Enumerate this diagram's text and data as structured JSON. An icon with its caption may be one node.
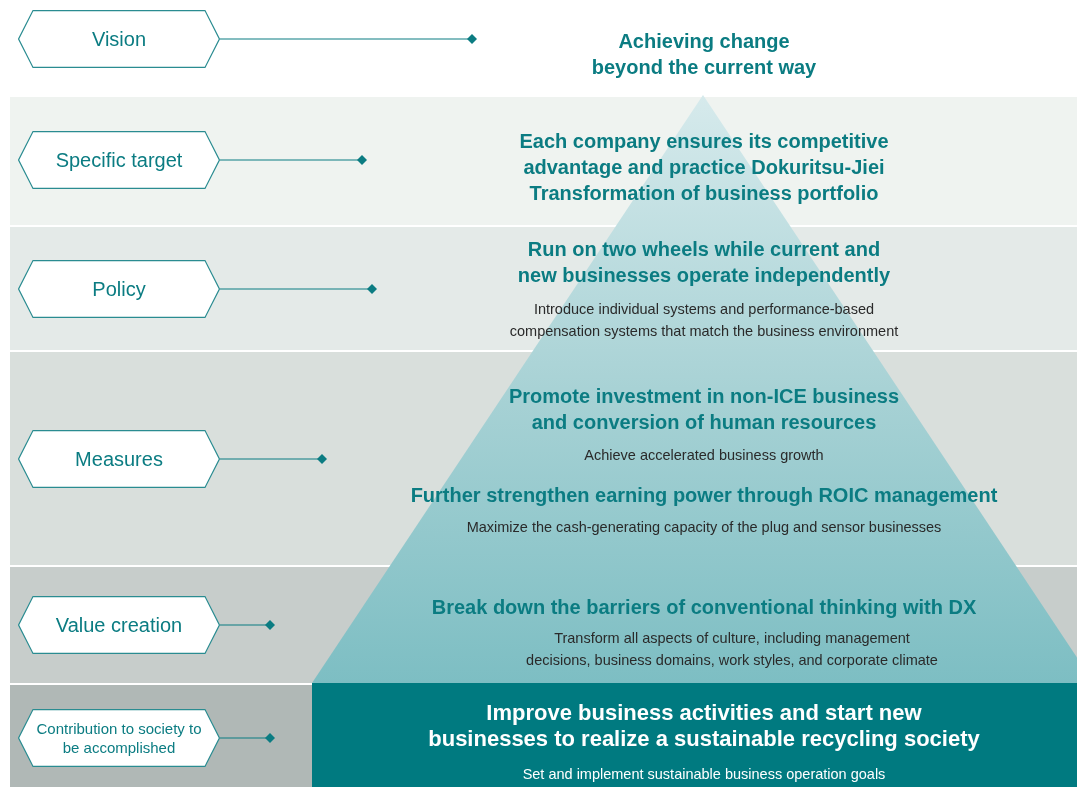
{
  "diagram": {
    "nodes": [
      {
        "text": [
          "Vision"
        ]
      },
      {
        "text": [
          "Specific target"
        ]
      },
      {
        "text": [
          "Policy"
        ]
      },
      {
        "text": [
          "Measures"
        ]
      },
      {
        "text": [
          "Value creation"
        ]
      },
      {
        "text": [
          "Contribution to society to be accomplished"
        ]
      }
    ],
    "edges": [
      {
        "from": 0,
        "to": null,
        "arrow": "other"
      },
      {
        "from": 1,
        "to": null,
        "arrow": "other"
      },
      {
        "from": 2,
        "to": null,
        "arrow": "other"
      },
      {
        "from": 3,
        "to": null,
        "arrow": "other"
      },
      {
        "from": 4,
        "to": null,
        "arrow": "other"
      },
      {
        "from": 5,
        "to": null,
        "arrow": "other"
      }
    ],
    "labels": [
      "Achieving change beyond the current way",
      "Each company ensures its competitive advantage and practice Dokuritsu-Jiei",
      "Transformation of business portfolio",
      "Run on two wheels while current and new businesses operate independently",
      "Introduce individual systems and performance-based compensation systems that match the business environment",
      "Promote investment in non-ICE business and conversion of human resources",
      "Achieve accelerated business growth",
      "Further strengthen earning power through ROIC management",
      "Maximize the cash-generating capacity of the plug and sensor businesses",
      "Break down the barriers of conventional thinking with DX",
      "Transform all aspects of culture, including management decisions, business domains, work styles, and corporate climate",
      "Improve business activities and start new businesses to realize a sustainable recycling society",
      "Set and implement sustainable business operation goals"
    ]
  }
}
